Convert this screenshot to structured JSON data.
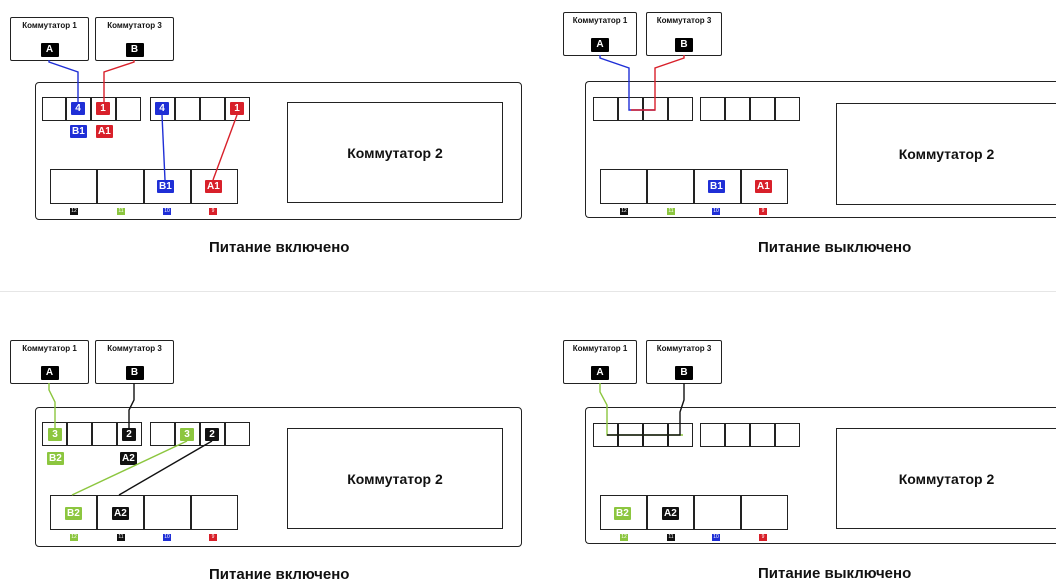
{
  "colors": {
    "blue": "#1f2fd6",
    "red": "#d8202a",
    "green": "#8cc63f",
    "black": "#111111"
  },
  "quadrants": [
    {
      "id": "q1",
      "callouts": [
        {
          "title": "Коммутатор 1",
          "tag": "A"
        },
        {
          "title": "Коммутатор 3",
          "tag": "B"
        }
      ],
      "switch_title": "Коммутатор 2",
      "caption": "Питание включено",
      "top_chips": [
        {
          "text": "4",
          "color": "blue"
        },
        {
          "text": "1",
          "color": "red"
        },
        {
          "text": "4",
          "color": "blue"
        },
        {
          "text": "1",
          "color": "red"
        }
      ],
      "under_labels": [
        {
          "text": "B1",
          "color": "blue"
        },
        {
          "text": "A1",
          "color": "red"
        }
      ],
      "bottom_chips": [
        {
          "text": "B1",
          "color": "blue"
        },
        {
          "text": "A1",
          "color": "red"
        }
      ],
      "tiny": [
        {
          "text": "12",
          "color": "black"
        },
        {
          "text": "11",
          "color": "green"
        },
        {
          "text": "10",
          "color": "blue"
        },
        {
          "text": "9",
          "color": "red"
        }
      ]
    },
    {
      "id": "q2",
      "callouts": [
        {
          "title": "Коммутатор 1",
          "tag": "A"
        },
        {
          "title": "Коммутатор 3",
          "tag": "B"
        }
      ],
      "switch_title": "Коммутатор 2",
      "caption": "Питание выключено",
      "bottom_chips": [
        {
          "text": "B1",
          "color": "blue"
        },
        {
          "text": "A1",
          "color": "red"
        }
      ],
      "tiny": [
        {
          "text": "12",
          "color": "black"
        },
        {
          "text": "11",
          "color": "green"
        },
        {
          "text": "10",
          "color": "blue"
        },
        {
          "text": "9",
          "color": "red"
        }
      ]
    },
    {
      "id": "q3",
      "callouts": [
        {
          "title": "Коммутатор 1",
          "tag": "A"
        },
        {
          "title": "Коммутатор 3",
          "tag": "B"
        }
      ],
      "switch_title": "Коммутатор 2",
      "caption": "Питание включено",
      "top_chips": [
        {
          "text": "3",
          "color": "green"
        },
        {
          "text": "2",
          "color": "black"
        },
        {
          "text": "3",
          "color": "green"
        },
        {
          "text": "2",
          "color": "black"
        }
      ],
      "under_labels": [
        {
          "text": "B2",
          "color": "green"
        },
        {
          "text": "A2",
          "color": "black"
        }
      ],
      "bottom_chips": [
        {
          "text": "B2",
          "color": "green"
        },
        {
          "text": "A2",
          "color": "black"
        }
      ],
      "tiny": [
        {
          "text": "12",
          "color": "green"
        },
        {
          "text": "11",
          "color": "black"
        },
        {
          "text": "10",
          "color": "blue"
        },
        {
          "text": "9",
          "color": "red"
        }
      ]
    },
    {
      "id": "q4",
      "callouts": [
        {
          "title": "Коммутатор 1",
          "tag": "A"
        },
        {
          "title": "Коммутатор 3",
          "tag": "B"
        }
      ],
      "switch_title": "Коммутатор 2",
      "caption": "Питание выключено",
      "bottom_chips": [
        {
          "text": "B2",
          "color": "green"
        },
        {
          "text": "A2",
          "color": "black"
        }
      ],
      "tiny": [
        {
          "text": "12",
          "color": "green"
        },
        {
          "text": "11",
          "color": "black"
        },
        {
          "text": "10",
          "color": "blue"
        },
        {
          "text": "9",
          "color": "red"
        }
      ]
    }
  ]
}
